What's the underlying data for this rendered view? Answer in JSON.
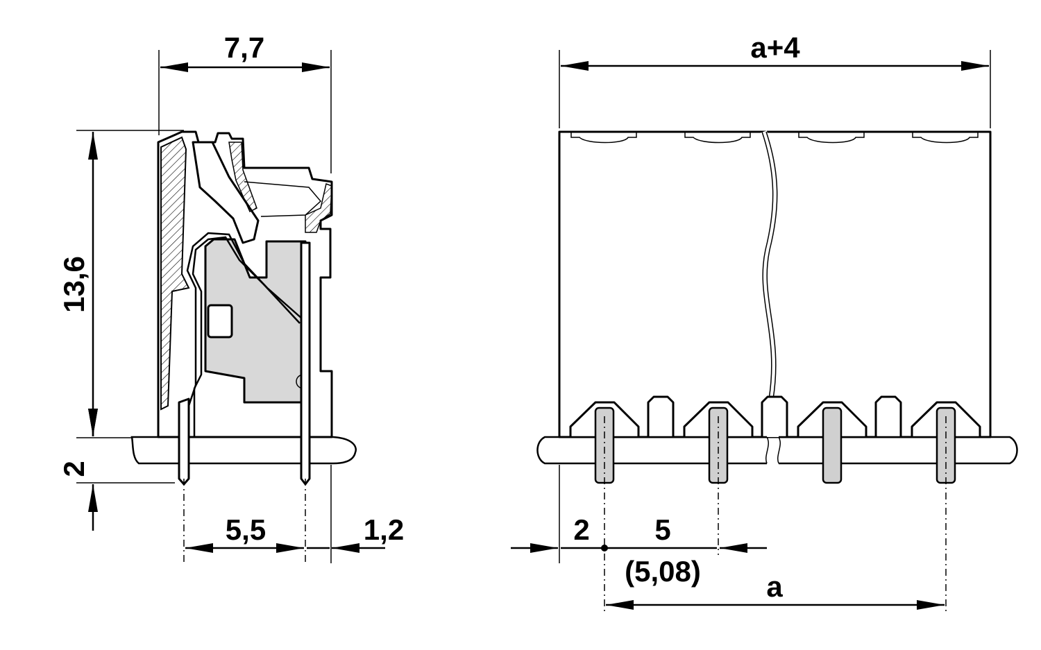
{
  "side_view": {
    "width_label": "7,7",
    "height_label": "13,6",
    "pin_length_label": "2",
    "pin_pitch_label": "5,5",
    "offset_label": "1,2"
  },
  "front_view": {
    "total_width_label": "a+4",
    "edge_label": "2",
    "pitch_label": "5",
    "pitch_inch_label": "(5,08)",
    "span_label": "a"
  }
}
